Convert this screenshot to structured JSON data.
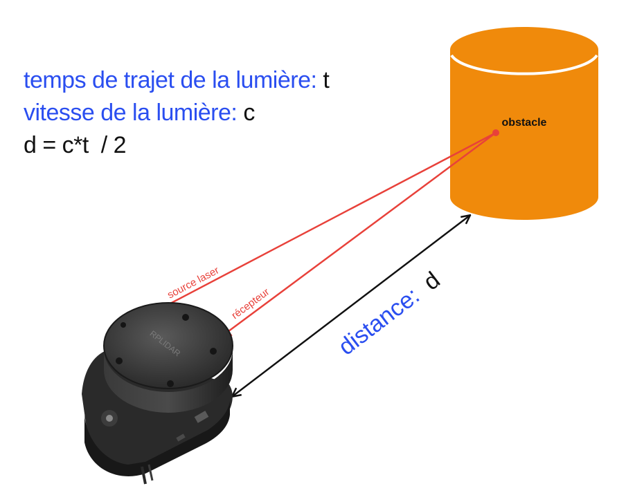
{
  "formula": {
    "travel_time_label": "temps de trajet de la lumière:",
    "travel_time_symbol": "t",
    "light_speed_label": "vitesse de la lumière:",
    "light_speed_symbol": "c",
    "equation": "d = c*t  / 2"
  },
  "obstacle": {
    "label": "obstacle"
  },
  "lidar": {
    "brand": "RPLIDAR",
    "emitter_label": "source laser",
    "receiver_label": "récepteur"
  },
  "distance": {
    "label": "distance:",
    "symbol": "d"
  },
  "colors": {
    "label_blue": "#2a4ef0",
    "laser_red": "#e8413a",
    "obstacle_orange": "#f08a0b",
    "arrow_black": "#111111"
  }
}
